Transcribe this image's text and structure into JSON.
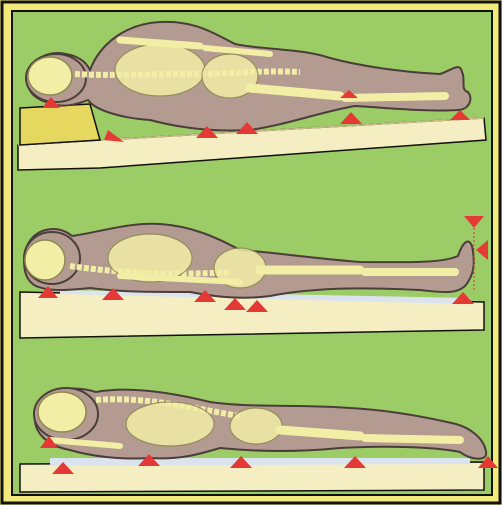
{
  "illustration": {
    "colors": {
      "frame": "#f2ea7a",
      "background": "#9ccc65",
      "skin": "#b39b92",
      "skin_outline": "#4b3e3a",
      "bone": "#f3eea6",
      "bone_outline": "#8f8a52",
      "mattress": "#f5eec2",
      "mattress_edge": "#c9bd8a",
      "pillow": "#e6d75e",
      "sheet_shadow": "#dbe3ef",
      "pressure_marker": "#e53935",
      "outline": "#111111"
    },
    "scenes": [
      {
        "position": "lateral",
        "pressure_points": [
          "head",
          "ear",
          "shoulder",
          "hip",
          "knee",
          "ankle"
        ]
      },
      {
        "position": "supine",
        "pressure_points": [
          "occiput",
          "scapula",
          "sacrum",
          "buttock",
          "heel",
          "toes"
        ]
      },
      {
        "position": "prone",
        "pressure_points": [
          "forehead",
          "elbow",
          "chest",
          "knee",
          "toes"
        ]
      }
    ]
  }
}
